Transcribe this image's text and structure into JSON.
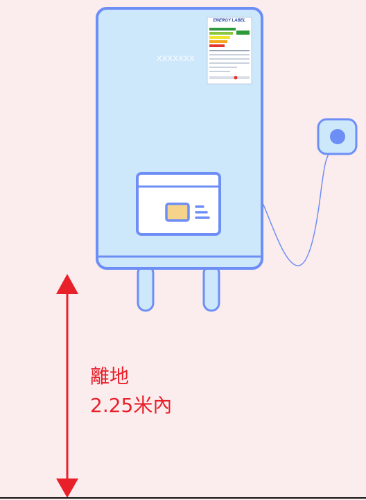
{
  "appliance": {
    "model_text": "XXXXXXX",
    "energy_label_title": "ENERGY LABEL"
  },
  "measurement": {
    "line1": "離地",
    "line2": "2.25米內"
  },
  "colors": {
    "background": "#fbeced",
    "heater_fill": "#cde7fb",
    "outline": "#6d8ef5",
    "arrow": "#e8202a",
    "socket_dot": "#6d8ef5",
    "display_accent": "#f6d38a"
  }
}
